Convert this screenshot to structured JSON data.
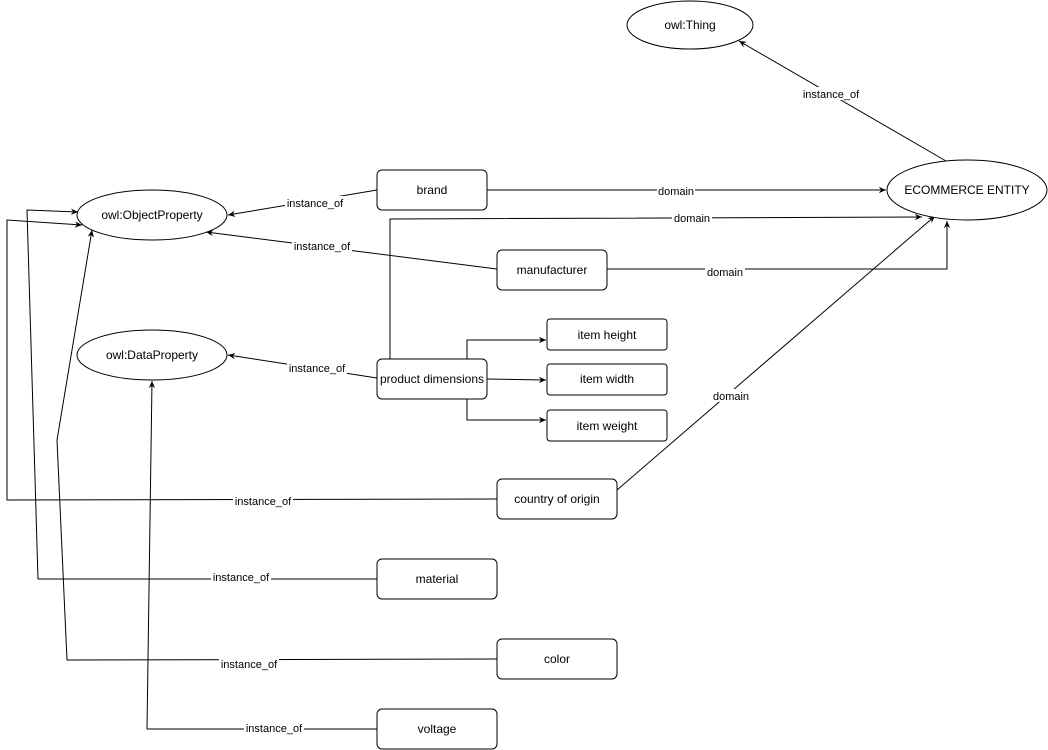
{
  "nodes": {
    "owl_thing": "owl:Thing",
    "ecommerce_entity": "ECOMMERCE ENTITY",
    "owl_objectproperty": "owl:ObjectProperty",
    "owl_dataproperty": "owl:DataProperty",
    "brand": "brand",
    "manufacturer": "manufacturer",
    "product_dimensions": "product dimensions",
    "item_height": "item height",
    "item_width": "item width",
    "item_weight": "item weight",
    "country_of_origin": "country of origin",
    "material": "material",
    "color": "color",
    "voltage": "voltage"
  },
  "edges": {
    "ecommerce_thing": "instance_of",
    "brand_objprop": "instance_of",
    "brand_domain": "domain",
    "dims_domain": "domain",
    "manufacturer_objprop": "instance_of",
    "manufacturer_domain": "domain",
    "dims_dataprop": "instance_of",
    "country_domain": "domain",
    "country_objprop": "instance_of",
    "material_objprop": "instance_of",
    "color_objprop": "instance_of",
    "voltage_dataprop": "instance_of"
  }
}
